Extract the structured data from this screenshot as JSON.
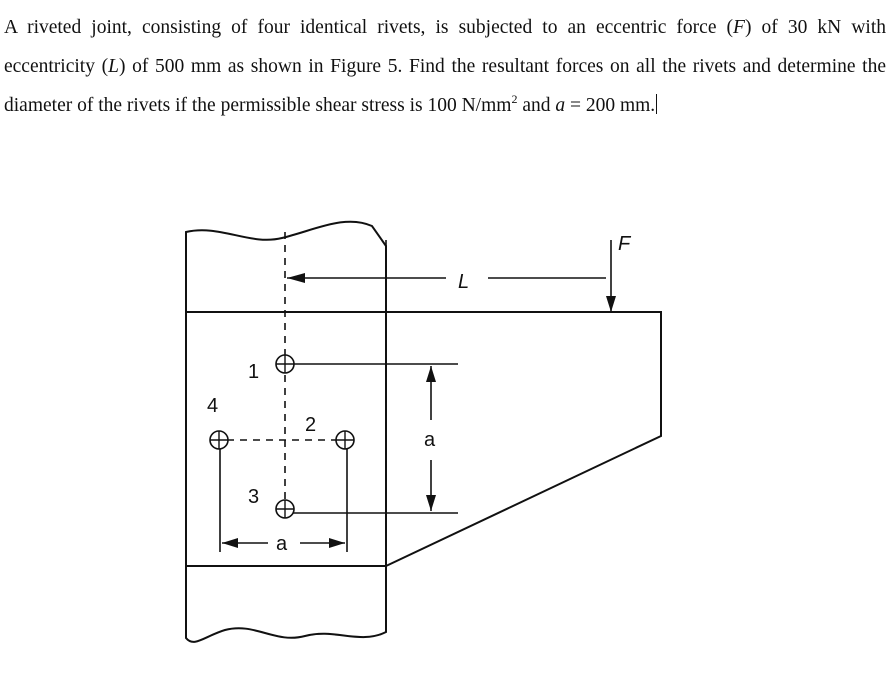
{
  "problem": {
    "t1": "A riveted joint, consisting of four identical rivets, is subjected to an eccentric force (",
    "force_symbol": "F",
    "t2": ") of 30 kN with eccentricity (",
    "ecc_symbol": "L",
    "t3": ") of 500 mm as shown in Figure 5. Find the resultant forces on all the rivets and determine the diameter of the rivets if the permissible shear stress is 100 N/mm",
    "sup": "2",
    "t4": " and ",
    "a_symbol": "a",
    "t5": " = 200 mm."
  },
  "figure": {
    "force_label": "F",
    "length_label": "L",
    "dim_label_horizontal": "a",
    "dim_label_vertical": "a",
    "rivet_labels": [
      "1",
      "2",
      "3",
      "4"
    ]
  }
}
